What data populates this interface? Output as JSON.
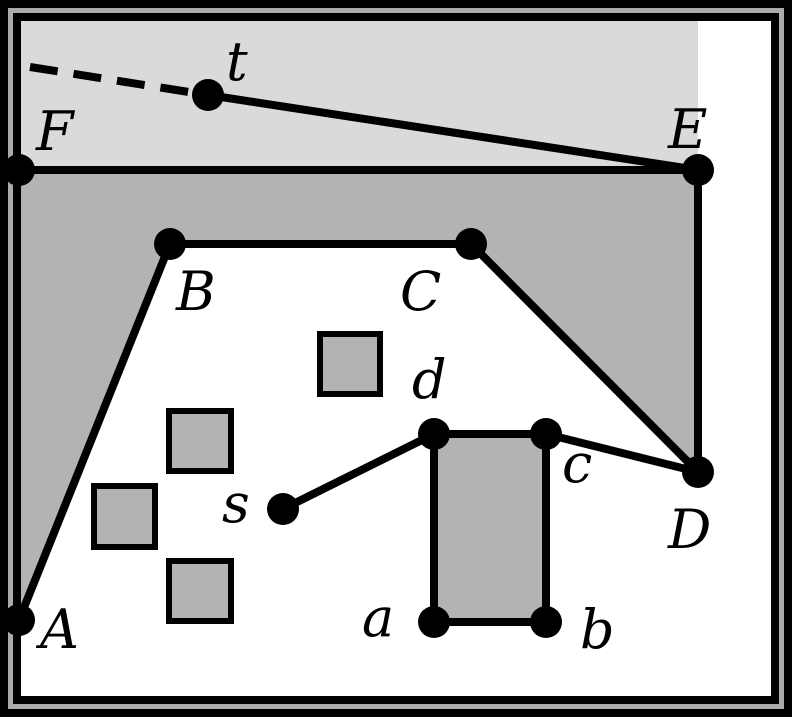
{
  "colors": {
    "frame": "#aaaaaa",
    "outer_strip": "#dadada",
    "mid_region": "#b3b3b3",
    "free_space": "#ffffff",
    "obstacle": "#b3b3b3",
    "ink": "#000000"
  },
  "labels": {
    "t": "t",
    "F": "F",
    "E": "E",
    "B": "B",
    "C": "C",
    "d": "d",
    "c": "c",
    "D": "D",
    "s": "s",
    "A": "A",
    "a": "a",
    "b": "b"
  }
}
